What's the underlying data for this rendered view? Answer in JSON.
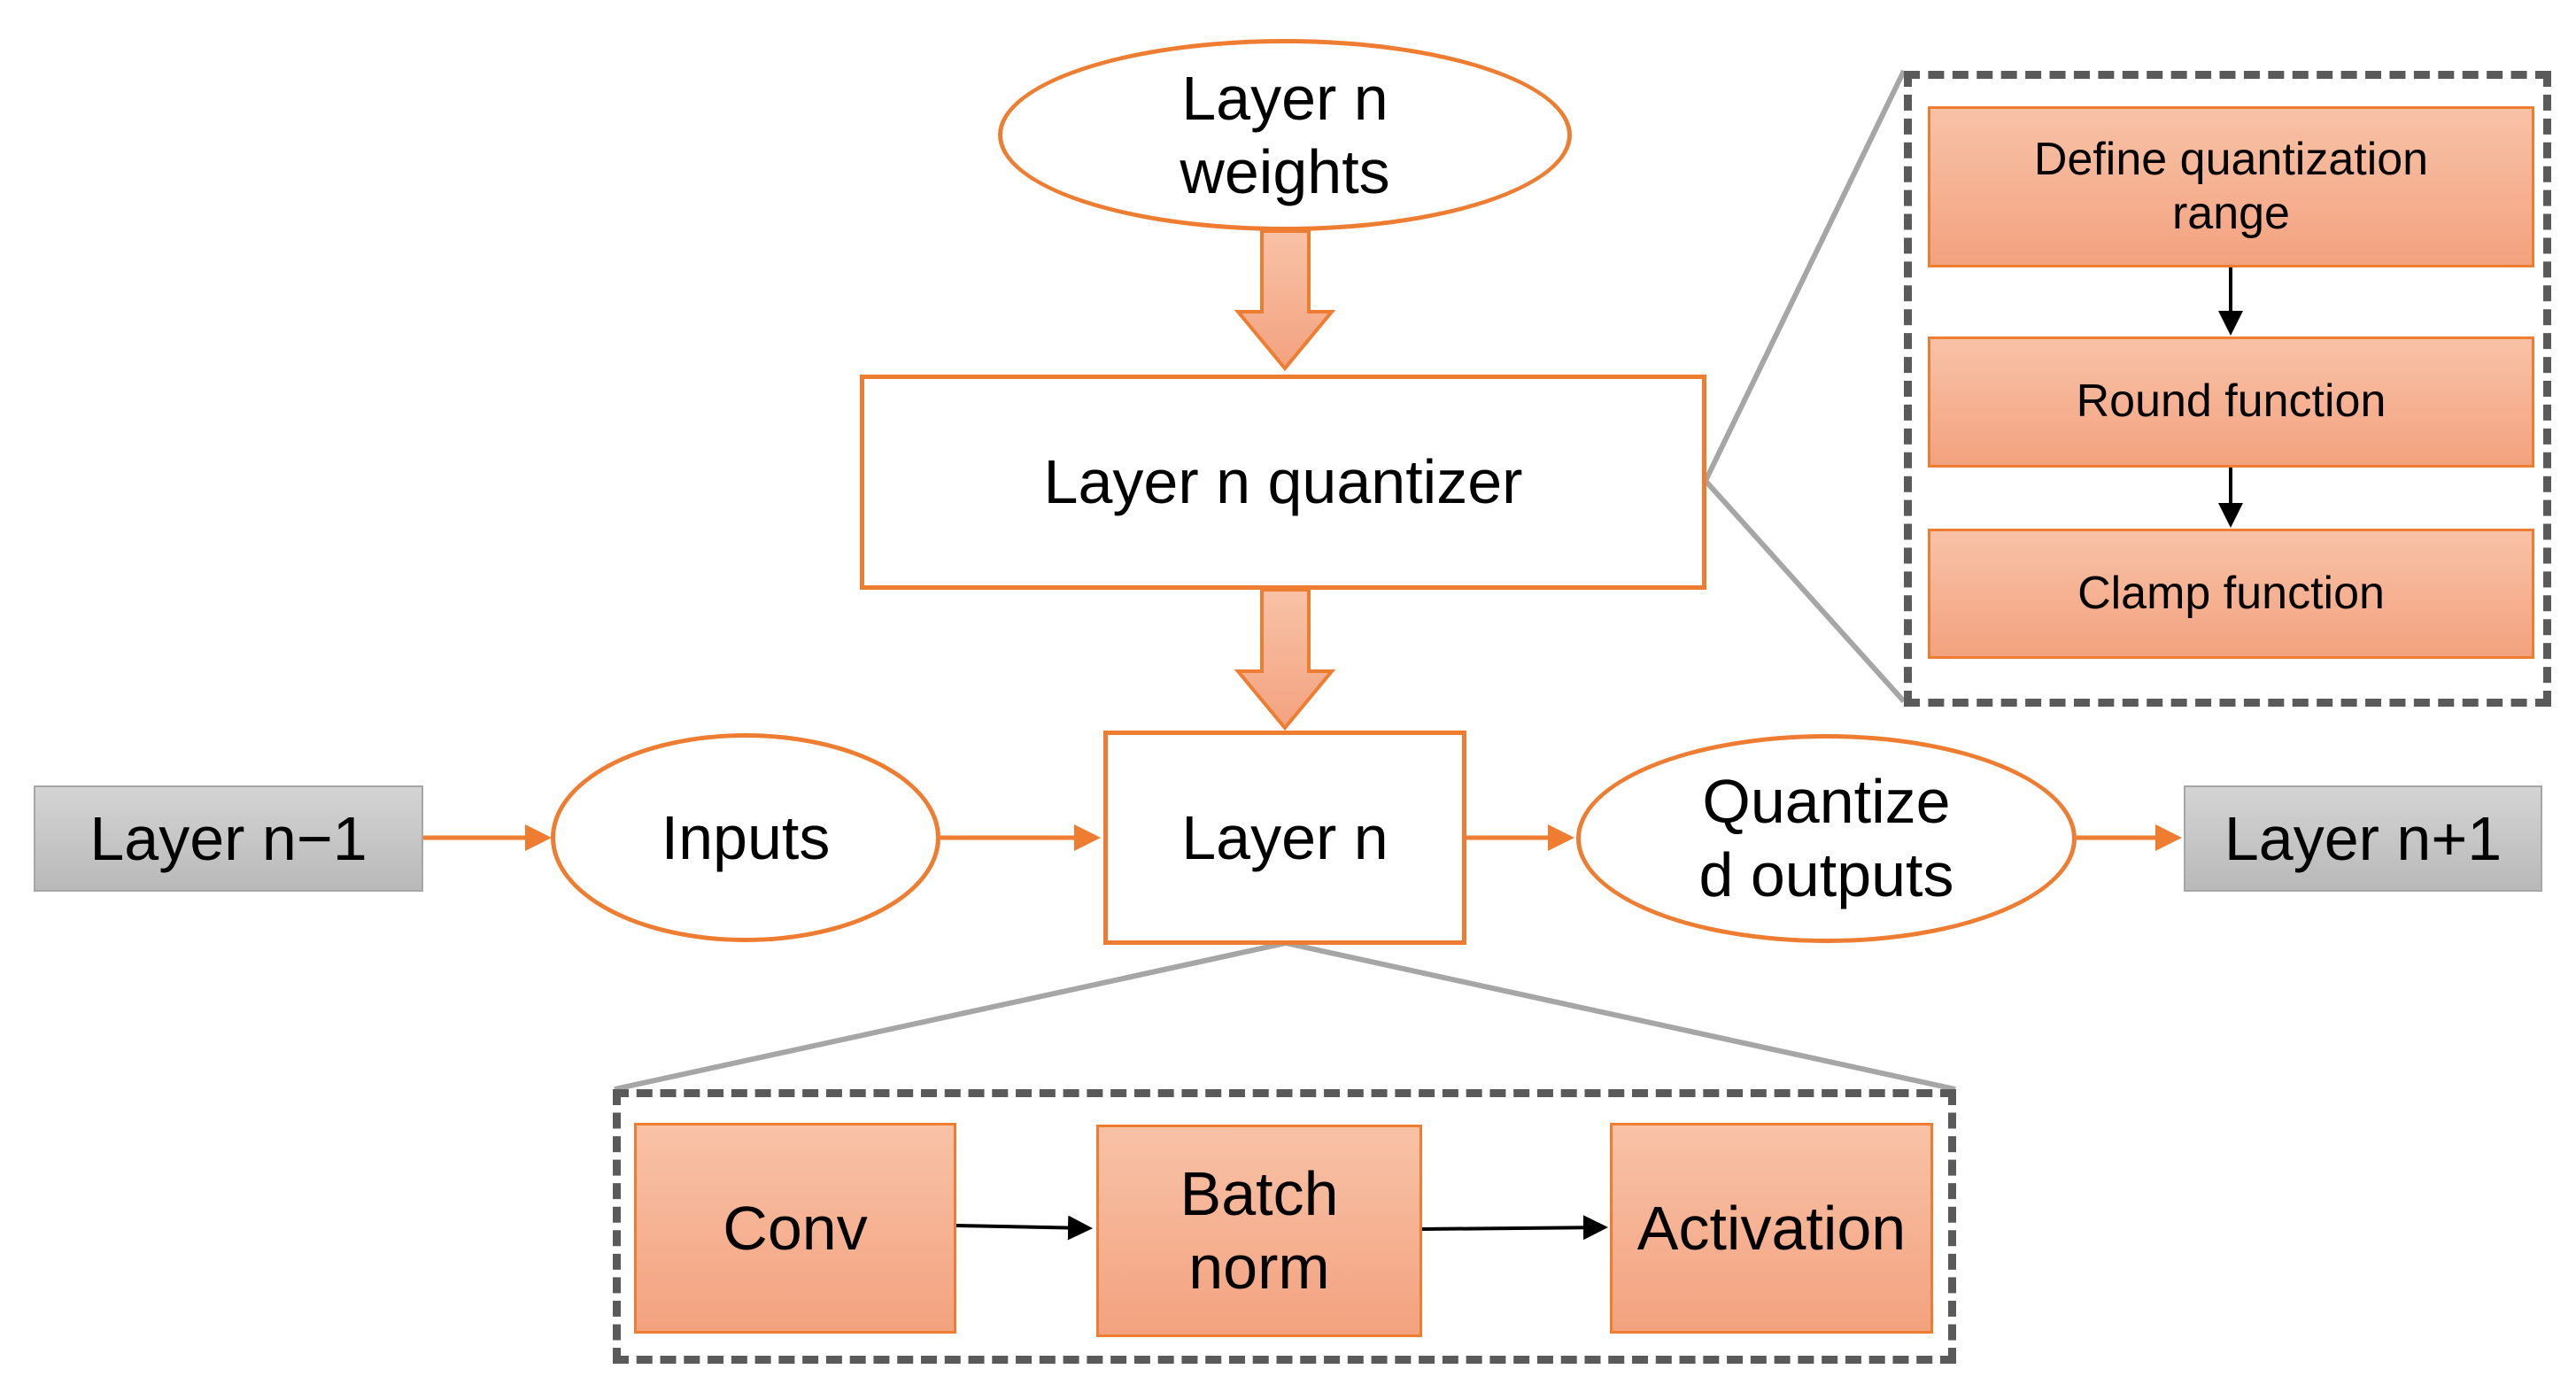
{
  "nodes": {
    "weights": "Layer n\nweights",
    "quantizer": "Layer n quantizer",
    "layer_prev": "Layer n−1",
    "inputs": "Inputs",
    "layer_n": "Layer n",
    "outputs": "Quantize\nd outputs",
    "layer_next": "Layer n+1",
    "define_range": "Define quantization\nrange",
    "round": "Round function",
    "clamp": "Clamp function",
    "conv": "Conv",
    "batch_norm": "Batch\nnorm",
    "activation": "Activation"
  },
  "colors": {
    "accent_orange": "#ee7d31",
    "fill_salmon": "#f4aa88",
    "node_grey": "#c8c8c8",
    "callout_line": "#a6a6a6",
    "dash_border": "#5a5a5a"
  }
}
